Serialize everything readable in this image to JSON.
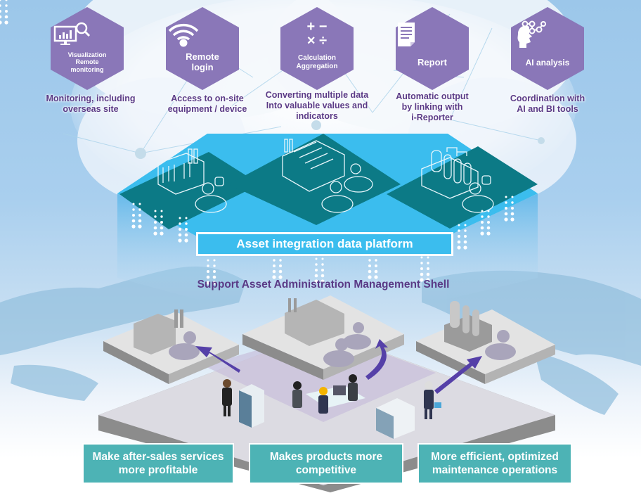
{
  "colors": {
    "hex_purple": "#8a77b8",
    "caption_purple": "#5a3a86",
    "platform_blue": "#3bbdee",
    "platform_teal": "#0c7a86",
    "benefit_teal": "#4db3b5",
    "arrow_purple": "#5540a8"
  },
  "features": [
    {
      "icon": "monitor-chart-search-icon",
      "label": "Visualization Remote monitoring",
      "caption": "Monitoring, including overseas site"
    },
    {
      "icon": "wifi-icon",
      "label": "Remote login",
      "caption": "Access to on-site equipment / device"
    },
    {
      "icon": "math-operators-icon",
      "label": "Calculation Aggregation",
      "caption": "Converting multiple data Into valuable values and indicators"
    },
    {
      "icon": "document-icon",
      "label": "Report",
      "caption": "Automatic output by linking with i-Reporter"
    },
    {
      "icon": "ai-head-network-icon",
      "label": "AI analysis",
      "caption": "Coordination with AI and BI tools"
    }
  ],
  "feature_lines": [
    [
      "Visualization",
      "Remote",
      "monitoring"
    ],
    [
      "Remote",
      "login"
    ],
    [
      "Calculation",
      "Aggregation"
    ],
    [
      "Report"
    ],
    [
      "AI analysis"
    ]
  ],
  "caption_lines": [
    [
      "Monitoring, including",
      "overseas site"
    ],
    [
      "Access to on-site",
      "equipment / device"
    ],
    [
      "Converting multiple data",
      "Into valuable values and",
      "indicators"
    ],
    [
      "Automatic output",
      "by linking with",
      "i-Reporter"
    ],
    [
      "Coordination with",
      "AI and BI tools"
    ]
  ],
  "math_symbols": [
    "+",
    "−",
    "×",
    "÷"
  ],
  "platform": {
    "label": "Asset integration data platform",
    "sites": [
      "factory-site",
      "manufacturing-plant-site",
      "chemical-plant-site"
    ]
  },
  "shell_label": "Support Asset Administration Management Shell",
  "field_sites": [
    "factory",
    "manufacturing-plant",
    "chemical-plant"
  ],
  "benefits": [
    {
      "lines": [
        "Make after-sales services",
        "more profitable"
      ]
    },
    {
      "lines": [
        "Makes products more",
        "competitive"
      ]
    },
    {
      "lines": [
        "More efficient, optimized",
        "maintenance operations"
      ]
    }
  ]
}
